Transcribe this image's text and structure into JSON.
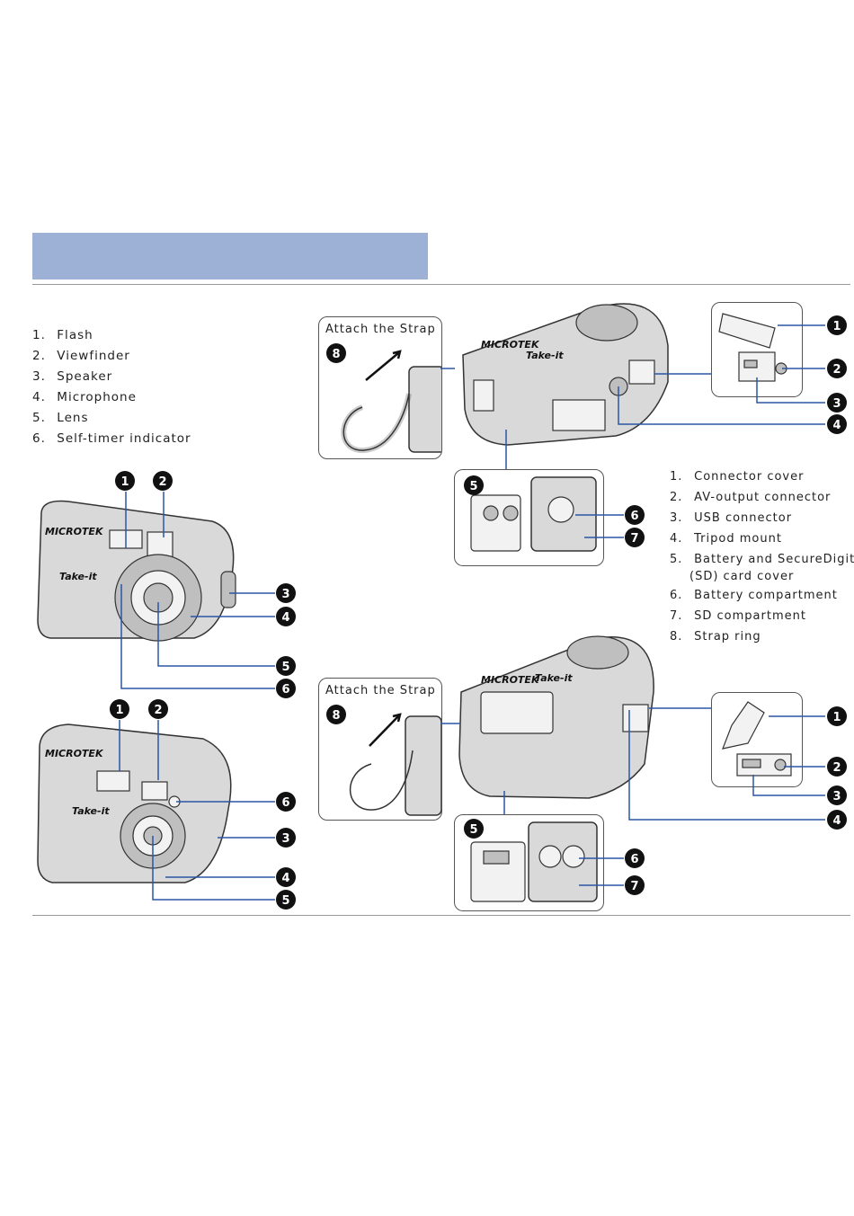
{
  "front_parts": {
    "items": [
      {
        "num": "1.",
        "label": "Flash"
      },
      {
        "num": "2.",
        "label": "Viewfinder"
      },
      {
        "num": "3.",
        "label": "Speaker"
      },
      {
        "num": "4.",
        "label": "Microphone"
      },
      {
        "num": "5.",
        "label": "Lens"
      },
      {
        "num": "6.",
        "label": "Self-timer indicator"
      }
    ]
  },
  "rear_parts": {
    "items": [
      {
        "num": "1.",
        "label": "Connector cover"
      },
      {
        "num": "2.",
        "label": "AV-output connector"
      },
      {
        "num": "3.",
        "label": "USB connector"
      },
      {
        "num": "4.",
        "label": "Tripod mount"
      },
      {
        "num": "5.",
        "label": "Battery and SecureDigital",
        "label2": "(SD) card cover"
      },
      {
        "num": "6.",
        "label": "Battery compartment"
      },
      {
        "num": "7.",
        "label": "SD compartment"
      },
      {
        "num": "8.",
        "label": "Strap ring"
      }
    ]
  },
  "strap_boxes": {
    "top_label": "Attach the Strap",
    "bottom_label": "Attach the Strap"
  },
  "camera_brand": {
    "logo": "MICROTEK",
    "model": "Take-it"
  },
  "callouts": {
    "b1": "1",
    "b2": "2",
    "b3": "3",
    "b4": "4",
    "b5": "5",
    "b6": "6",
    "b7": "7",
    "b8": "8"
  }
}
